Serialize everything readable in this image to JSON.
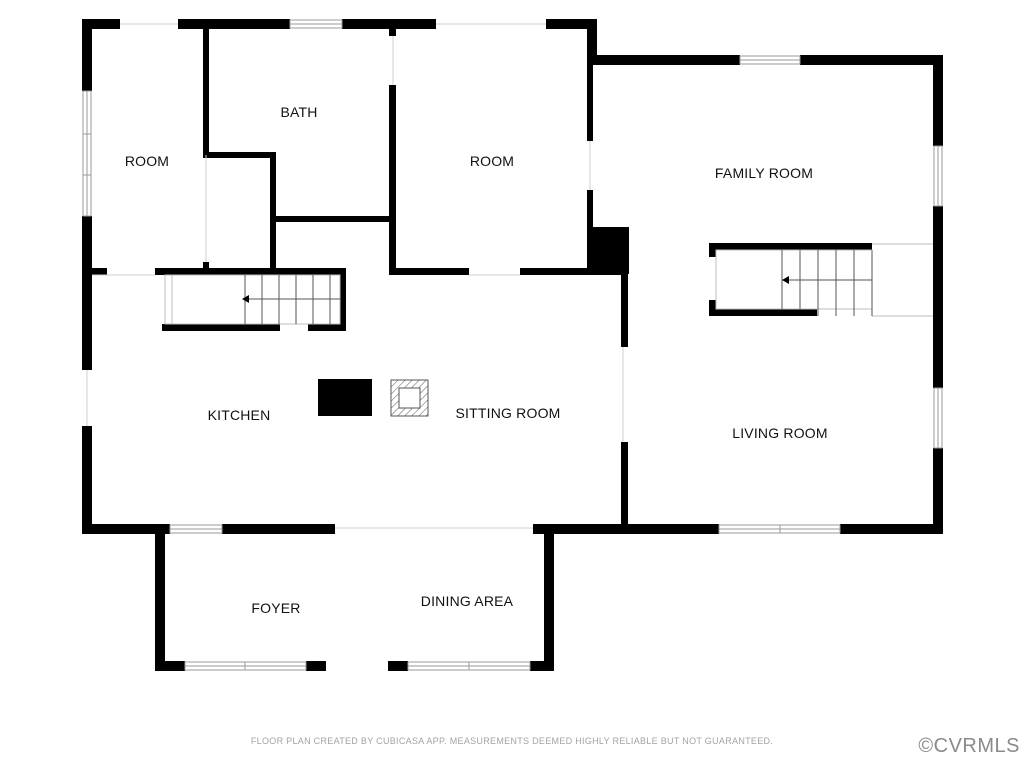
{
  "rooms": {
    "room_left": "ROOM",
    "bath": "BATH",
    "room_center": "ROOM",
    "family_room": "FAMILY ROOM",
    "kitchen": "KITCHEN",
    "sitting_room": "SITTING ROOM",
    "living_room": "LIVING ROOM",
    "foyer": "FOYER",
    "dining_area": "DINING AREA"
  },
  "footer_note": "FLOOR PLAN CREATED BY CUBICASA APP. MEASUREMENTS DEEMED HIGHLY RELIABLE BUT NOT GUARANTEED.",
  "watermark": "©CVRMLS",
  "colors": {
    "wall": "#000000",
    "background": "#ffffff",
    "window_frame": "#9a9a9a",
    "footer_text": "#a3a3a3",
    "watermark_text": "#8a8a8a"
  }
}
